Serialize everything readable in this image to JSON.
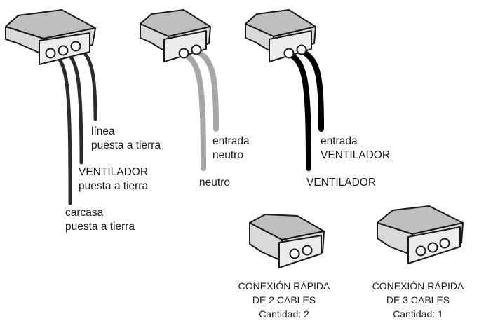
{
  "connector_3cable_wires": {
    "linea_label": "línea",
    "linea_sub": "puesta a tierra",
    "ventilador_label": "VENTILADOR",
    "ventilador_sub": "puesta a tierra",
    "carcasa_label": "carcasa",
    "carcasa_sub": "puesta a tierra"
  },
  "connector_neutro_wires": {
    "entrada_label": "entrada",
    "entrada_sub": "neutro",
    "neutro_label": "neutro"
  },
  "connector_ventilador_wires": {
    "entrada_label": "entrada",
    "entrada_sub": "VENTILADOR",
    "ventilador_label": "VENTILADOR"
  },
  "parts": [
    {
      "name_line1": "CONEXIÓN RÁPIDA",
      "name_line2": "DE 2 CABLES",
      "quantity": "Cantidad: 2"
    },
    {
      "name_line1": "CONEXIÓN RÁPIDA",
      "name_line2": "DE 3 CABLES",
      "quantity": "Cantidad: 1"
    }
  ],
  "colors": {
    "ground_wire": "#2b2b2b",
    "neutral_wire": "#a6a6a6",
    "fan_wire": "#000000"
  }
}
